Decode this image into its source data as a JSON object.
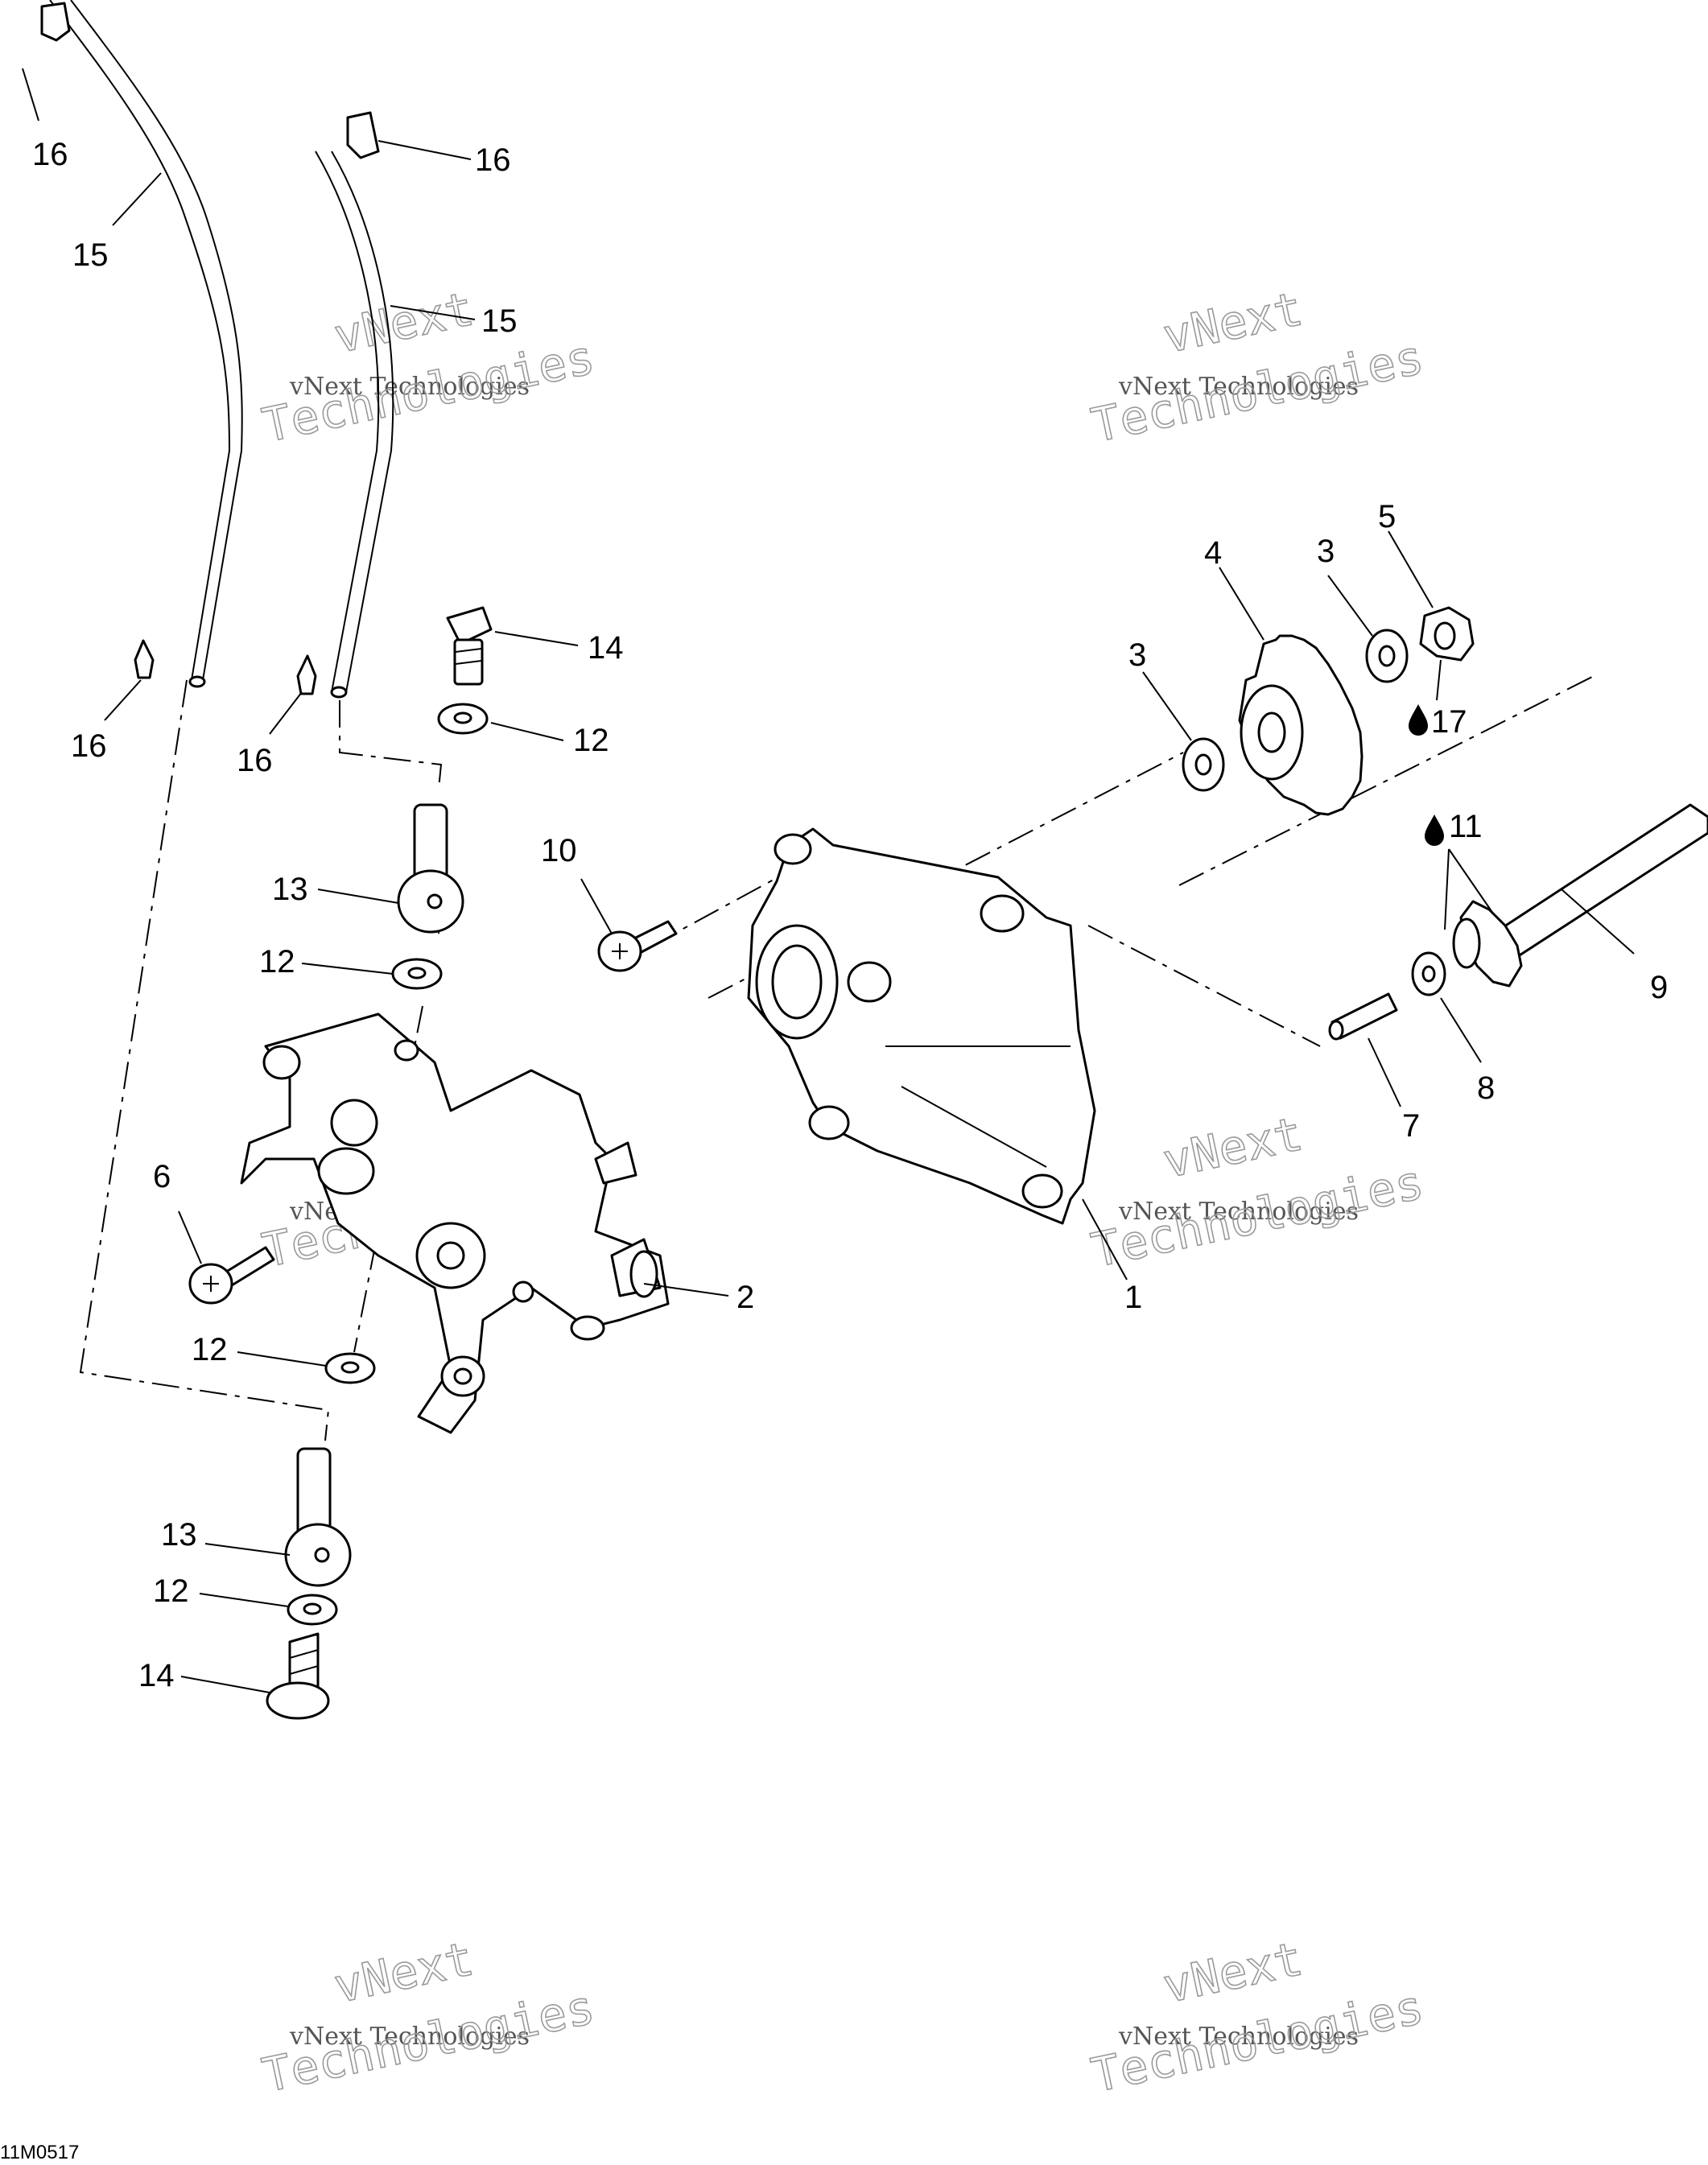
{
  "drawing_code": "11M0517",
  "watermark": {
    "line1": "vNext Technologies",
    "line2": "vNext",
    "line3": "Technologies"
  },
  "oil_icon_name": "oil-drop-icon",
  "callouts": [
    {
      "id": "c16a",
      "text": "16"
    },
    {
      "id": "c15a",
      "text": "15"
    },
    {
      "id": "c16b",
      "text": "16"
    },
    {
      "id": "c15b",
      "text": "15"
    },
    {
      "id": "c5",
      "text": "5"
    },
    {
      "id": "c4",
      "text": "4"
    },
    {
      "id": "c3a",
      "text": "3"
    },
    {
      "id": "c14a",
      "text": "14"
    },
    {
      "id": "c3b",
      "text": "3"
    },
    {
      "id": "c17",
      "text": "17"
    },
    {
      "id": "c12a",
      "text": "12"
    },
    {
      "id": "c16c",
      "text": "16"
    },
    {
      "id": "c16d",
      "text": "16"
    },
    {
      "id": "c11",
      "text": "11"
    },
    {
      "id": "c10",
      "text": "10"
    },
    {
      "id": "c13a",
      "text": "13"
    },
    {
      "id": "c9",
      "text": "9"
    },
    {
      "id": "c12b",
      "text": "12"
    },
    {
      "id": "c7",
      "text": "7"
    },
    {
      "id": "c8",
      "text": "8"
    },
    {
      "id": "c6",
      "text": "6"
    },
    {
      "id": "c2",
      "text": "2"
    },
    {
      "id": "c1",
      "text": "1"
    },
    {
      "id": "c12c",
      "text": "12"
    },
    {
      "id": "c13b",
      "text": "13"
    },
    {
      "id": "c12d",
      "text": "12"
    },
    {
      "id": "c14b",
      "text": "14"
    }
  ]
}
